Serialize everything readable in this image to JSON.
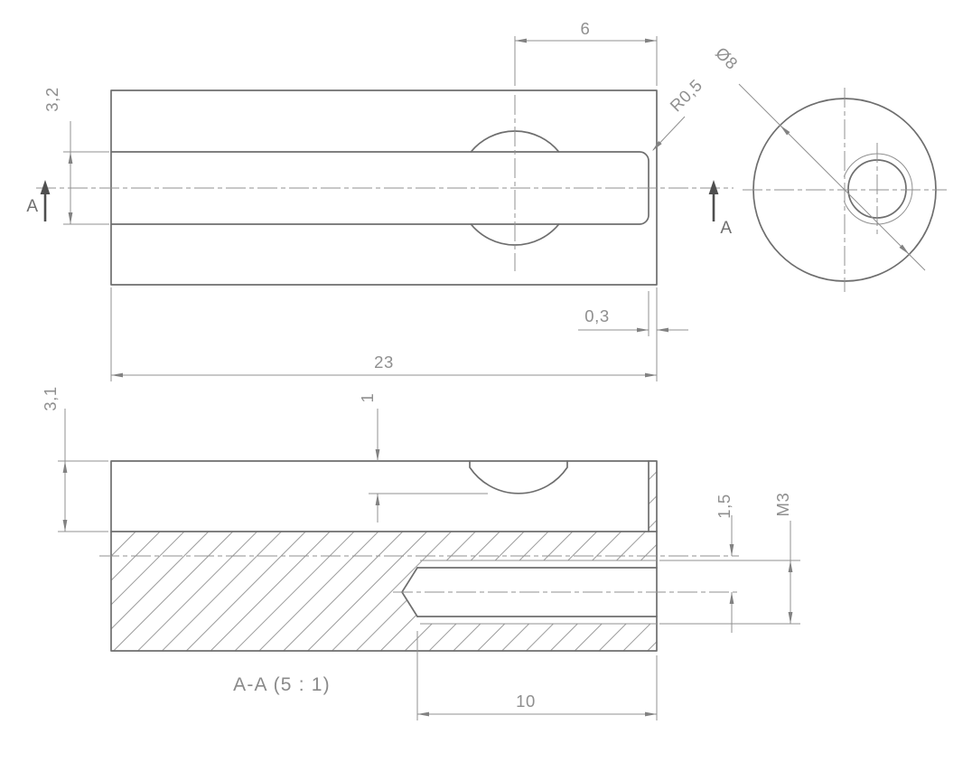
{
  "drawing": {
    "colors": {
      "background": "#ffffff",
      "object_lines": "#6e6e6e",
      "thin_lines": "#909090",
      "text": "#8f8f8f"
    },
    "side_view": {
      "dim_width_top": "6",
      "dim_slot_height": "3,2",
      "dim_corner_radius": "R0,5",
      "dim_end_wall": "0,3",
      "dim_total_length": "23",
      "cut_label_left": "A",
      "cut_label_right": "A"
    },
    "end_view": {
      "dim_diameter": "Ø8"
    },
    "section_view": {
      "title": "A-A (5 : 1)",
      "dim_top_depth": "3,1",
      "dim_groove_depth": "1",
      "dim_hole_offset": "1,5",
      "dim_thread": "M3",
      "dim_thread_depth": "10"
    }
  }
}
